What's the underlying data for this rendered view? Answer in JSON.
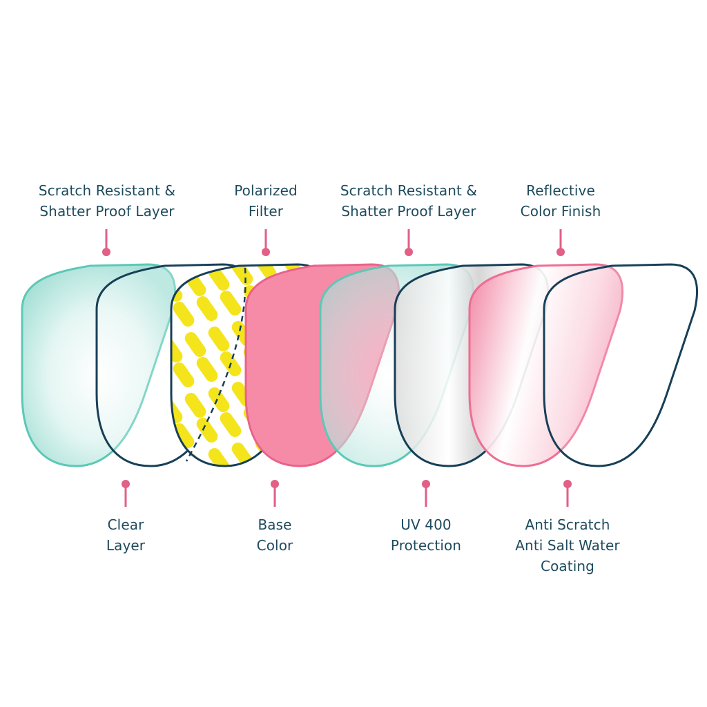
{
  "colors": {
    "label_text": "#1d4a5c",
    "connector": "#e25f86",
    "outline_dark": "#173f57",
    "outline_teal": "#5cc8b6",
    "teal_tint": "#bfe9e3",
    "pink": "#f68ba8",
    "pink_dark": "#ee6d92",
    "yellow": "#f4e41c"
  },
  "top_labels": [
    {
      "lines": [
        "Scratch Resistant &",
        "Shatter Proof Layer"
      ]
    },
    {
      "lines": [
        "Polarized",
        "Filter"
      ]
    },
    {
      "lines": [
        "Scratch Resistant &",
        "Shatter Proof Layer"
      ]
    },
    {
      "lines": [
        "Reflective",
        "Color Finish"
      ]
    }
  ],
  "bottom_labels": [
    {
      "lines": [
        "Clear",
        "Layer"
      ]
    },
    {
      "lines": [
        "Base",
        "Color"
      ]
    },
    {
      "lines": [
        "UV 400",
        "Protection"
      ]
    },
    {
      "lines": [
        "Anti Scratch",
        "Anti Salt Water",
        "Coating"
      ]
    }
  ],
  "layers": [
    {
      "id": "scratch-resistant-layer-1",
      "style": "teal"
    },
    {
      "id": "clear-layer",
      "style": "clear"
    },
    {
      "id": "polarized-filter",
      "style": "yellow-pattern"
    },
    {
      "id": "base-color",
      "style": "pink"
    },
    {
      "id": "scratch-resistant-layer-2",
      "style": "teal-translucent"
    },
    {
      "id": "uv400-protection",
      "style": "silver"
    },
    {
      "id": "reflective-color-finish",
      "style": "pink-gradient"
    },
    {
      "id": "anti-scratch-coating",
      "style": "clear"
    }
  ]
}
